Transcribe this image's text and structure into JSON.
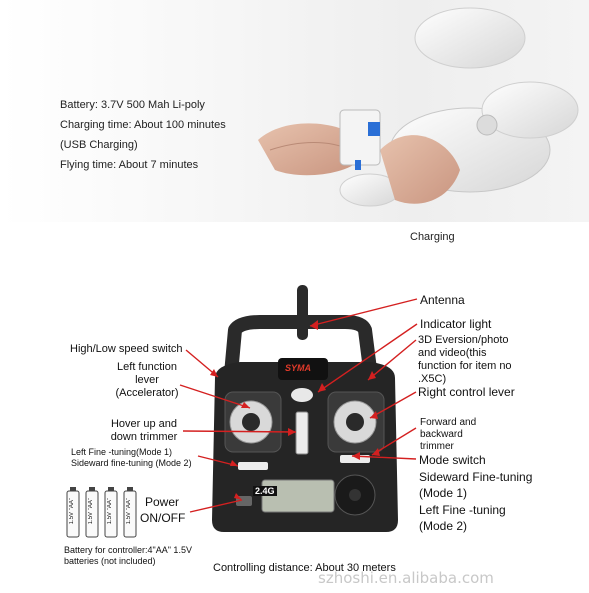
{
  "specs": {
    "battery": "Battery: 3.7V 500 Mah Li-poly",
    "charging_time": "Charging time: About 100 minutes",
    "usb_charging": "(USB Charging)",
    "flying_time": "Flying time: About 7 minutes"
  },
  "charging_caption": "Charging",
  "controller": {
    "brand": "SYMA",
    "frequency": "2.4G"
  },
  "labels": {
    "antenna": "Antenna",
    "indicator_light": "Indicator light",
    "eversion_1": "3D Eversion/photo",
    "eversion_2": "and video(this",
    "eversion_3": "function for item no",
    "eversion_4": ".X5C)",
    "right_lever": "Right control lever",
    "high_low": "High/Low speed switch",
    "left_lever_1": "Left function",
    "left_lever_2": "lever",
    "left_lever_3": "(Accelerator)",
    "hover_1": "Hover up and",
    "hover_2": "down trimmer",
    "fwd_1": "Forward and",
    "fwd_2": "backward",
    "fwd_3": "trimmer",
    "left_fine_1": "Left Fine -tuning(Mode 1)",
    "left_fine_2": "Sideward fine-tuning (Mode 2)",
    "mode_switch": "Mode switch",
    "side_fine_1": "Sideward Fine-tuning",
    "side_fine_2": "(Mode 1)",
    "left_fine_r1": "Left Fine -tuning",
    "left_fine_r2": "(Mode 2)",
    "power_1": "Power",
    "power_2": "ON/OFF",
    "battery_note_1": "Battery for controller:4\"AA\" 1.5V",
    "battery_note_2": "batteries (not included)",
    "distance": "Controlling distance: About 30 meters"
  },
  "battery_cell_label": "1.5V \"AA\"",
  "watermark": "szhoshi.en.alibaba.com",
  "colors": {
    "arrow": "#d42020",
    "controller": "#232323",
    "accent": "#c0201a"
  }
}
